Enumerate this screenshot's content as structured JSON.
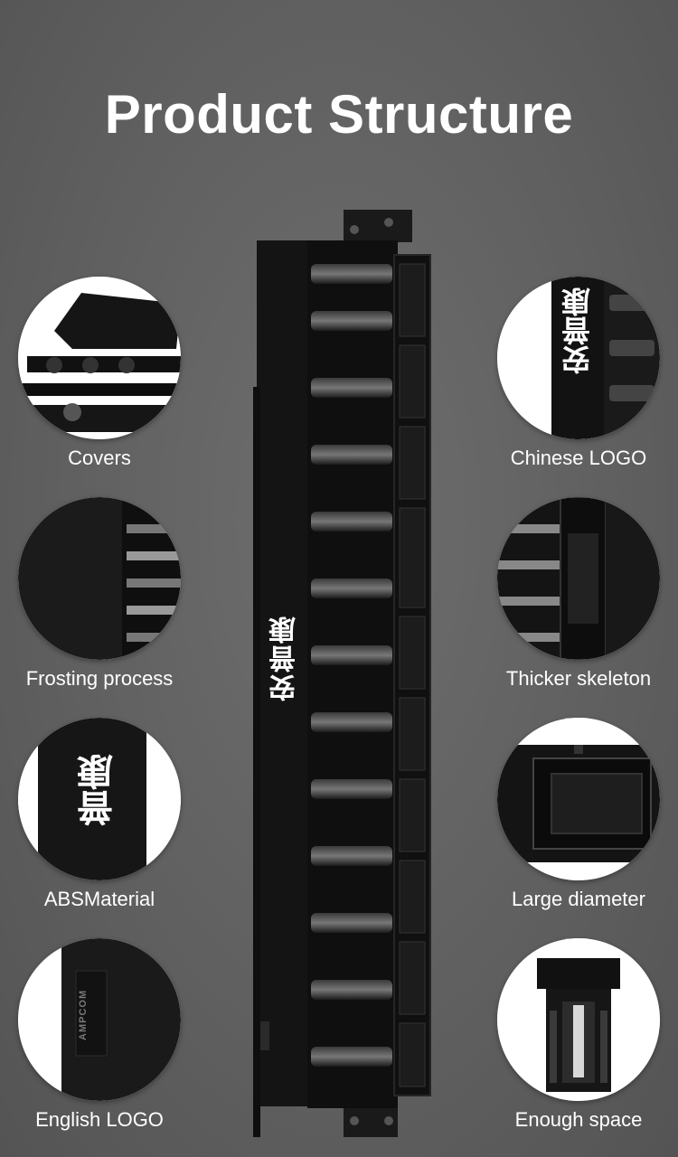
{
  "title": "Product Structure",
  "product_logo_cn": "安普康",
  "features": [
    {
      "key": "covers",
      "label": "Covers"
    },
    {
      "key": "chinese-logo",
      "label": "Chinese LOGO",
      "logo_text": "安普康"
    },
    {
      "key": "frosting",
      "label": "Frosting process"
    },
    {
      "key": "thicker-skeleton",
      "label": "Thicker skeleton"
    },
    {
      "key": "abs-material",
      "label": "ABSMaterial",
      "logo_text": "普康"
    },
    {
      "key": "large-diameter",
      "label": "Large diameter"
    },
    {
      "key": "english-logo",
      "label": "English LOGO",
      "logo_text": "AMPCOM"
    },
    {
      "key": "enough-space",
      "label": "Enough space"
    }
  ],
  "colors": {
    "background": "#5f5f5f",
    "product": "#111111",
    "text": "#ffffff"
  }
}
